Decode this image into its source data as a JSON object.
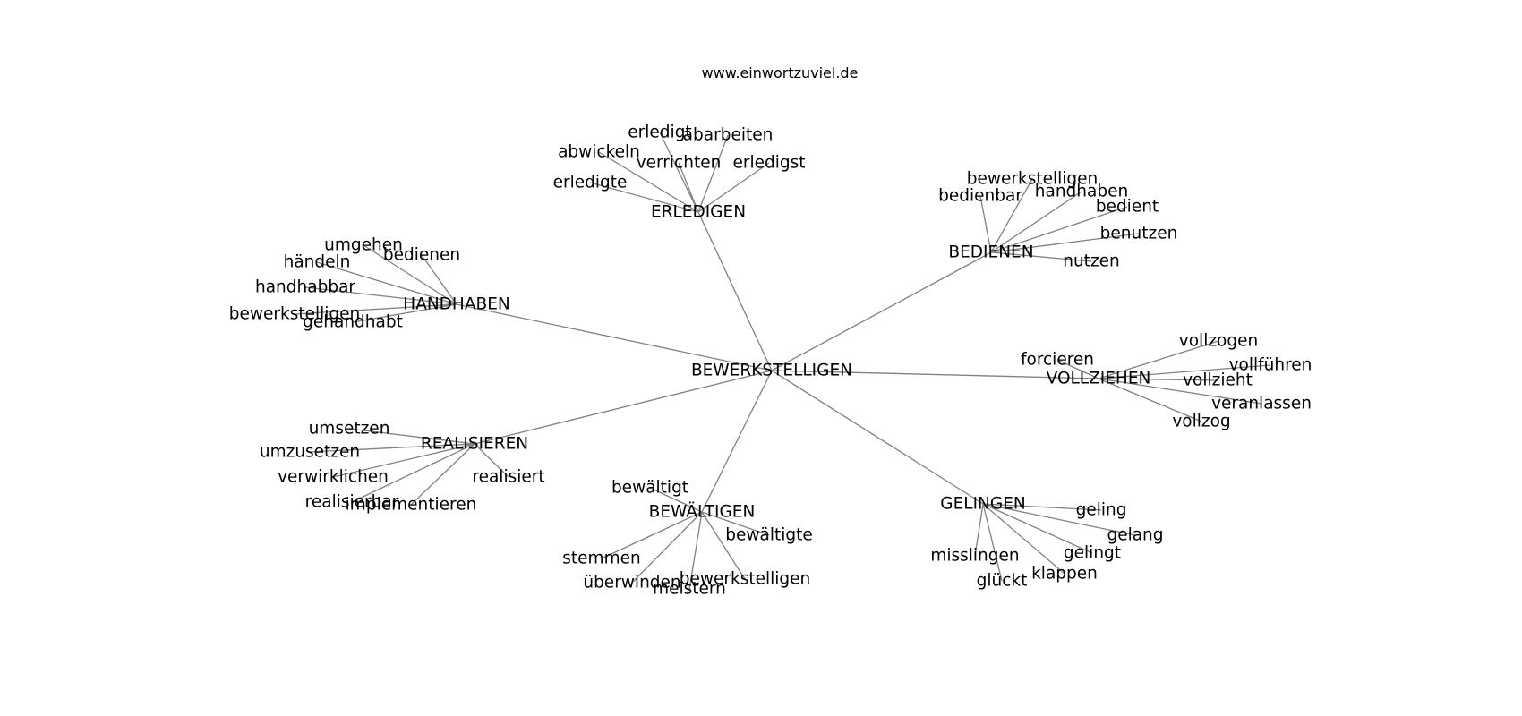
{
  "caption": "www.einwortzuviel.de",
  "colors": {
    "edge": "#808080",
    "text": "#000000",
    "background": "#ffffff"
  },
  "graph": {
    "root": "BEWERKSTELLIGEN",
    "clusters": [
      {
        "hub": "ERLEDIGEN",
        "leaves": [
          "erledigt",
          "abarbeiten",
          "abwickeln",
          "verrichten",
          "erledigst",
          "erledigte"
        ]
      },
      {
        "hub": "BEDIENEN",
        "leaves": [
          "bewerkstelligen",
          "bedienbar",
          "handhaben",
          "bedient",
          "benutzen",
          "nutzen"
        ]
      },
      {
        "hub": "HANDHABEN",
        "leaves": [
          "umgehen",
          "händeln",
          "bedienen",
          "handhabbar",
          "bewerkstelligen",
          "gehandhabt"
        ]
      },
      {
        "hub": "VOLLZIEHEN",
        "leaves": [
          "vollzogen",
          "forcieren",
          "vollführen",
          "vollzieht",
          "veranlassen",
          "vollzog"
        ]
      },
      {
        "hub": "REALISIEREN",
        "leaves": [
          "umsetzen",
          "umzusetzen",
          "verwirklichen",
          "realisiert",
          "realisierbar",
          "implementieren"
        ]
      },
      {
        "hub": "BEWÄLTIGEN",
        "leaves": [
          "bewältigt",
          "bewältigte",
          "stemmen",
          "überwinden",
          "bewerkstelligen",
          "meistern"
        ]
      },
      {
        "hub": "GELINGEN",
        "leaves": [
          "geling",
          "gelang",
          "gelingt",
          "misslingen",
          "klappen",
          "glückt"
        ]
      }
    ]
  }
}
